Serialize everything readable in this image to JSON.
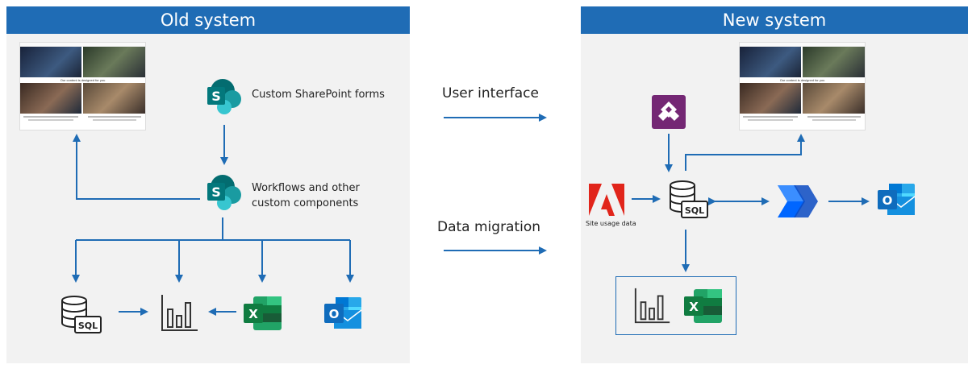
{
  "old_system": {
    "title": "Old system",
    "sharepoint_forms_label": "Custom SharePoint forms",
    "workflows_label_line1": "Workflows and other",
    "workflows_label_line2": "custom components",
    "sql_text": "SQL",
    "excel_letter": "X",
    "outlook_letter": "O",
    "sharepoint_letter": "S"
  },
  "middle": {
    "user_interface_label": "User interface",
    "data_migration_label": "Data migration"
  },
  "new_system": {
    "title": "New system",
    "site_usage_label": "Site usage data",
    "sql_text": "SQL",
    "excel_letter": "X",
    "outlook_letter": "O"
  },
  "web_preview": {
    "caption": "Our content is designed for you"
  },
  "colors": {
    "header_blue": "#1f6cb5",
    "arrow_blue": "#1f6cb5",
    "panel_gray": "#f2f2f2",
    "sharepoint_teal": "#036c70",
    "excel_green": "#107c41",
    "outlook_blue": "#0f6cbd",
    "power_apps_purple": "#742774",
    "adobe_red": "#e1251b"
  },
  "icons": [
    "sharepoint-icon",
    "sql-database-icon",
    "bar-chart-icon",
    "excel-icon",
    "outlook-icon",
    "power-apps-icon",
    "power-automate-icon",
    "adobe-icon",
    "web-page-thumbnail"
  ]
}
